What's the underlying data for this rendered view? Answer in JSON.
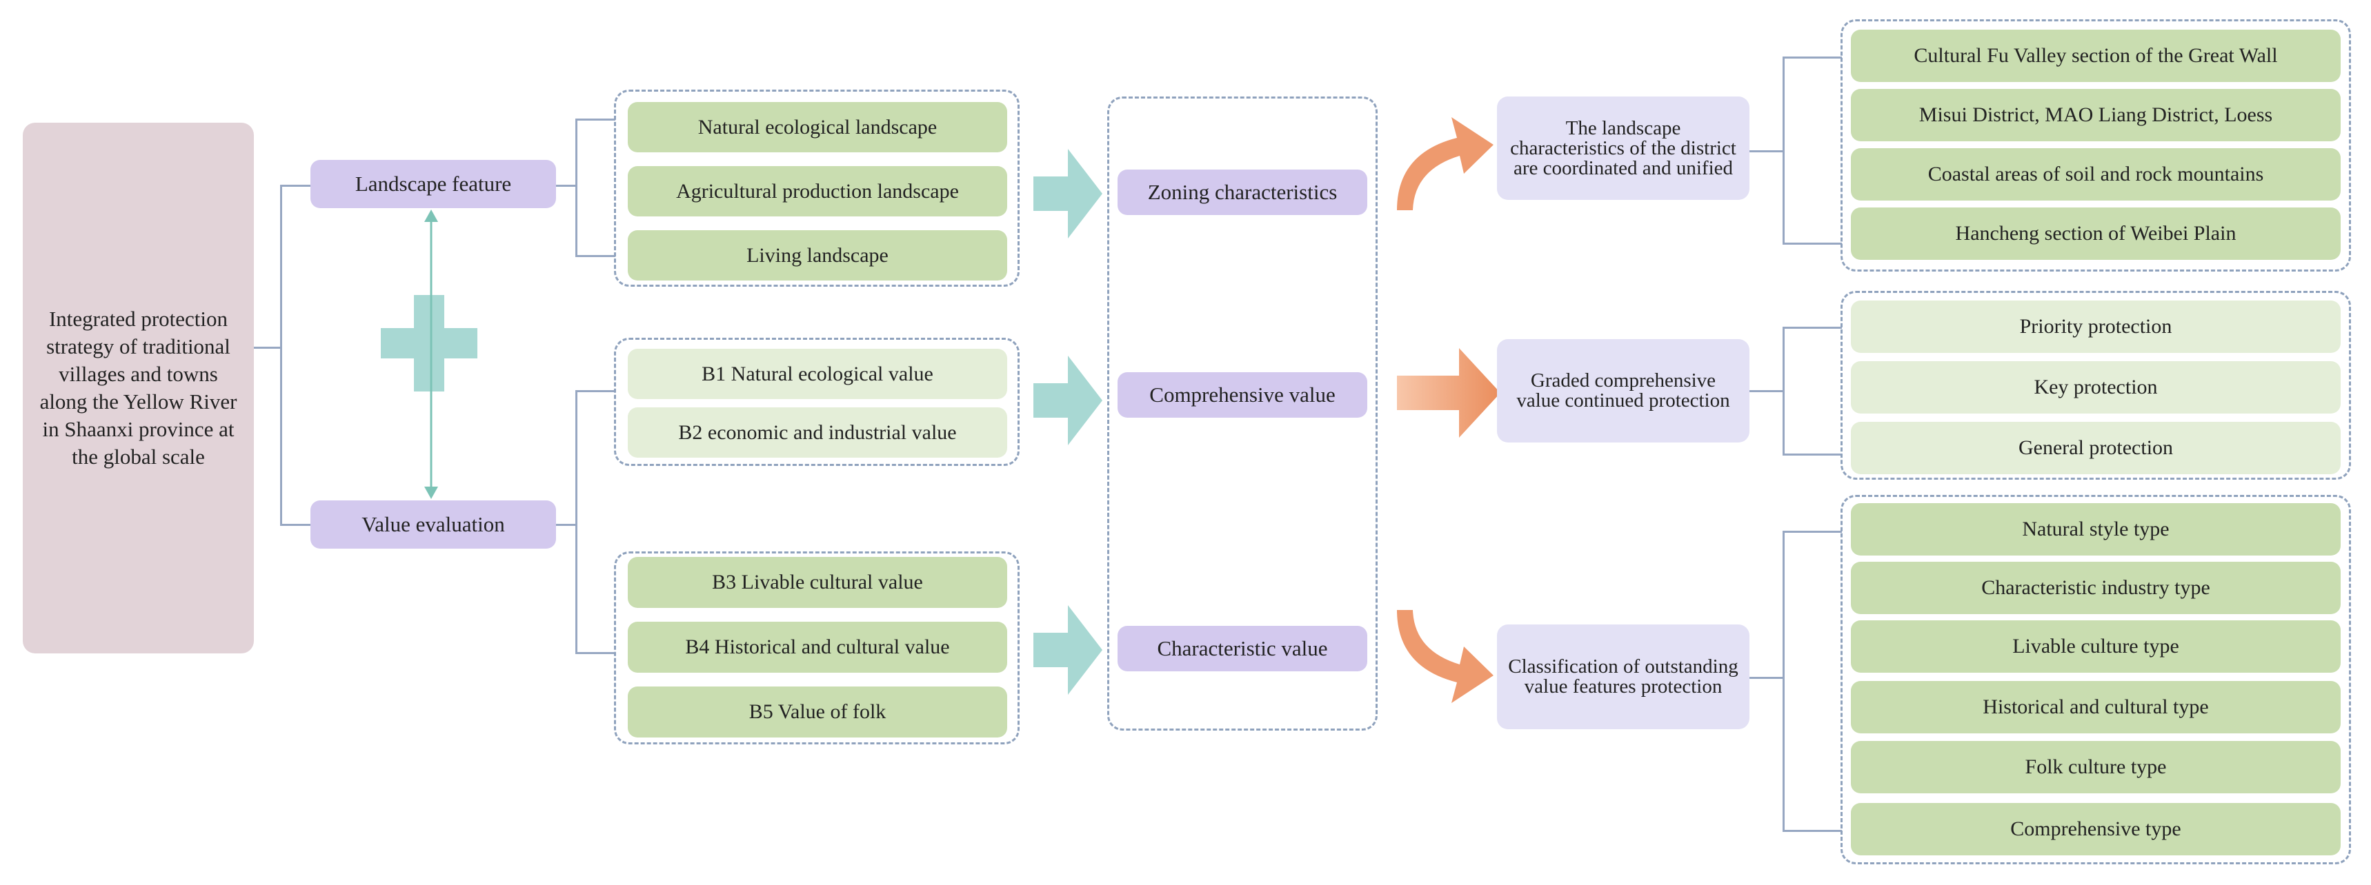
{
  "root": {
    "text": "Integrated protection strategy of traditional villages and towns along the Yellow River in Shaanxi province at the global scale"
  },
  "level1": {
    "landscape": "Landscape feature",
    "value": "Value evaluation"
  },
  "features": [
    "Natural ecological landscape",
    "Agricultural production landscape",
    "Living landscape"
  ],
  "values_a": [
    "B1 Natural ecological value",
    "B2 economic and industrial value"
  ],
  "values_b": [
    "B3 Livable cultural value",
    "B4 Historical and cultural value",
    "B5 Value of folk"
  ],
  "middle": {
    "zoning": "Zoning characteristics",
    "comprehensive": "Comprehensive value",
    "characteristic": "Characteristic value"
  },
  "strategy": {
    "coordinated": "The landscape characteristics of the district are coordinated and unified",
    "graded": "Graded comprehensive value continued protection",
    "classification": "Classification of outstanding value features protection"
  },
  "districts": [
    "Cultural Fu Valley section of the Great Wall",
    "Misui District, MAO Liang District, Loess",
    "Coastal areas of soil and rock mountains",
    "Hancheng section of Weibei Plain"
  ],
  "grades": [
    "Priority protection",
    "Key protection",
    "General protection"
  ],
  "types": [
    "Natural style type",
    "Characteristic industry type",
    "Livable culture type",
    "Historical and cultural type",
    "Folk culture type",
    "Comprehensive type"
  ],
  "colors": {
    "root": "#e2d3d8",
    "level1": "#d3c9ee",
    "strategy": "#e3e1f5",
    "leaf": "#c9ddb0",
    "leaf_pale": "#e4eed8",
    "arrow_teal": "#a8d8d3",
    "arrow_orange": "#ee9a6e",
    "connector": "#97a7c2"
  }
}
